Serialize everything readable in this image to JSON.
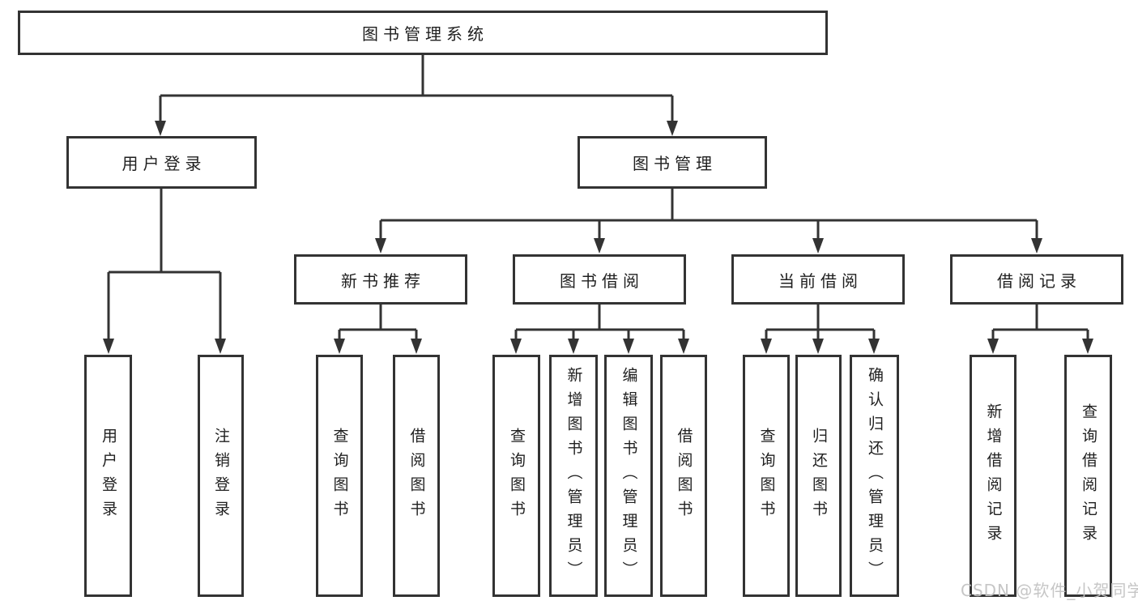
{
  "diagram": {
    "root": "图书管理系统",
    "user_login": {
      "label": "用户登录",
      "children": [
        "用户登录",
        "注销登录"
      ]
    },
    "book_mgmt": {
      "label": "图书管理",
      "groups": [
        {
          "label": "新书推荐",
          "children": [
            "查询图书",
            "借阅图书"
          ]
        },
        {
          "label": "图书借阅",
          "children": [
            "查询图书",
            "新增图书（管理员）",
            "编辑图书（管理员）",
            "借阅图书"
          ]
        },
        {
          "label": "当前借阅",
          "children": [
            "查询图书",
            "归还图书",
            "确认归还（管理员）"
          ]
        },
        {
          "label": "借阅记录",
          "children": [
            "新增借阅记录",
            "查询借阅记录"
          ]
        }
      ]
    },
    "colors": {
      "line": "#333333",
      "text": "#1f1f1f",
      "background": "#ffffff",
      "watermark": "#c3c3c3"
    }
  },
  "watermark": {
    "text": "CSDN @软件_小贺同学"
  }
}
